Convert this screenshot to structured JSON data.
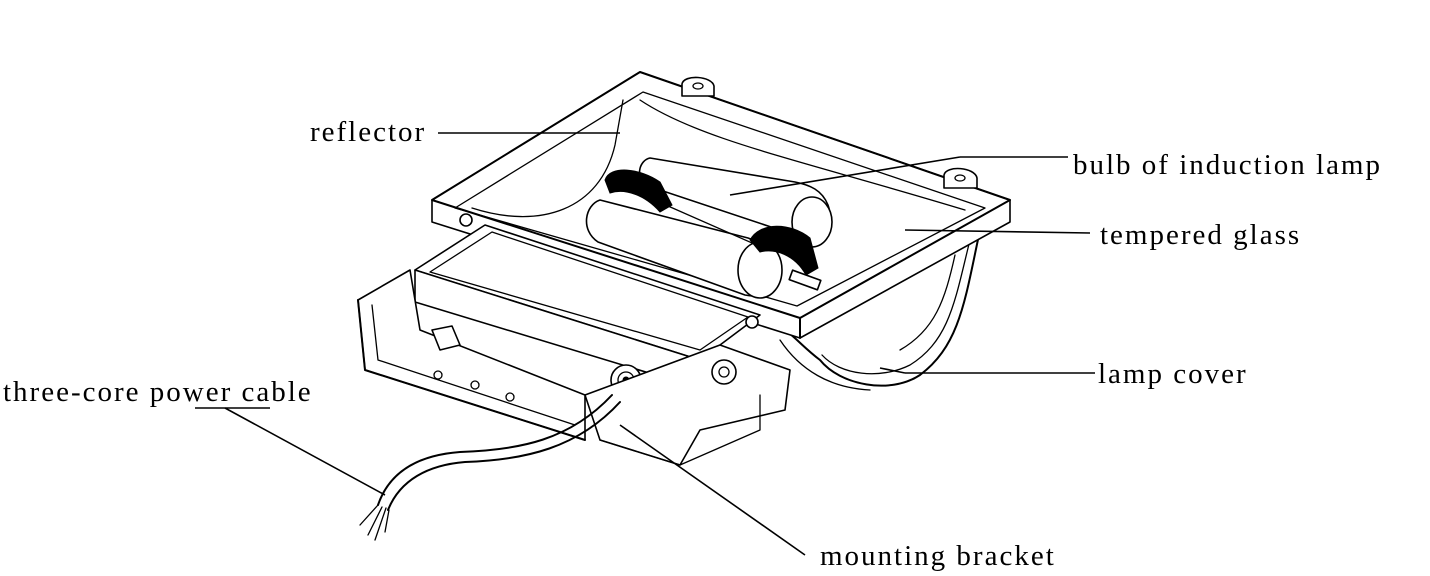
{
  "labels": {
    "reflector": "reflector",
    "bulb": "bulb of induction lamp",
    "glass": "tempered glass",
    "cover": "lamp cover",
    "cable": "three-core power cable",
    "bracket": "mounting bracket"
  }
}
